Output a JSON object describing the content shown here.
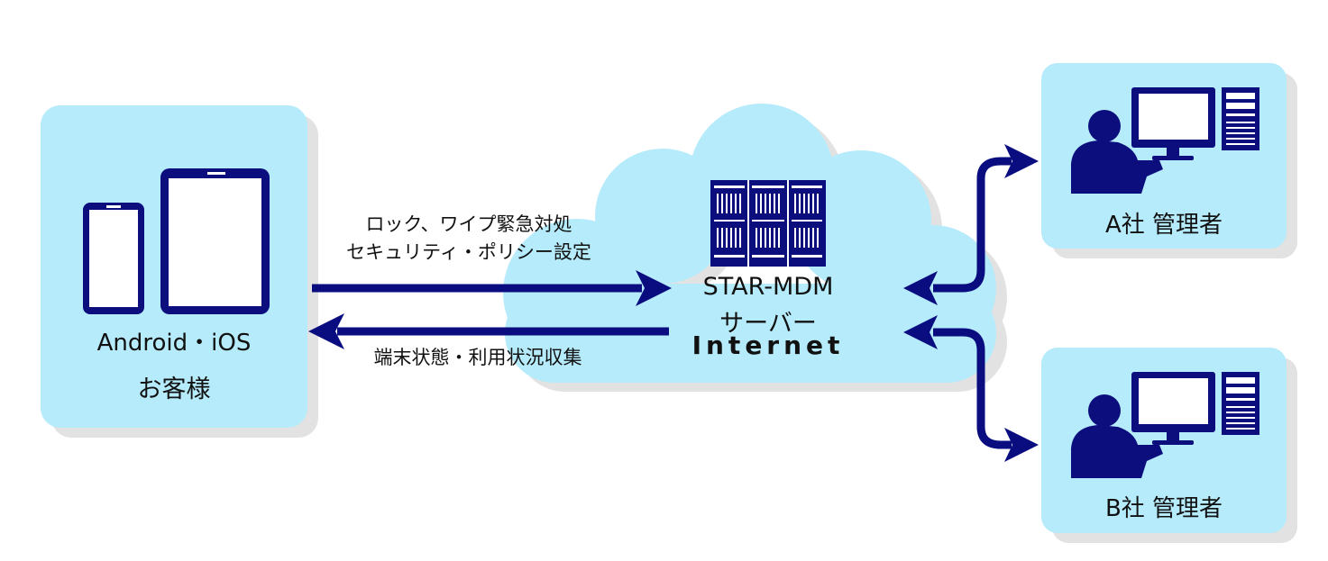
{
  "customer": {
    "platform": "Android・iOS",
    "name": "お客様"
  },
  "arrows": {
    "to_server_line1": "ロック、ワイプ緊急対処",
    "to_server_line2": "セキュリティ・ポリシー設定",
    "to_customer": "端末状態・利用状況収集"
  },
  "server": {
    "name_line1": "STAR-MDM",
    "name_line2": "サーバー",
    "network": "Internet"
  },
  "admins": [
    {
      "label": "A社 管理者"
    },
    {
      "label": "B社 管理者"
    }
  ],
  "colors": {
    "panel": "#b5ebfb",
    "shadow": "#e2e2e2",
    "navy": "#0c0e7e",
    "arrow": "#0a0d80",
    "text": "#111111"
  },
  "icons": {
    "phone": "smartphone-icon",
    "tablet": "tablet-icon",
    "server": "server-rack-icon",
    "admin": "admin-at-computer-icon"
  }
}
